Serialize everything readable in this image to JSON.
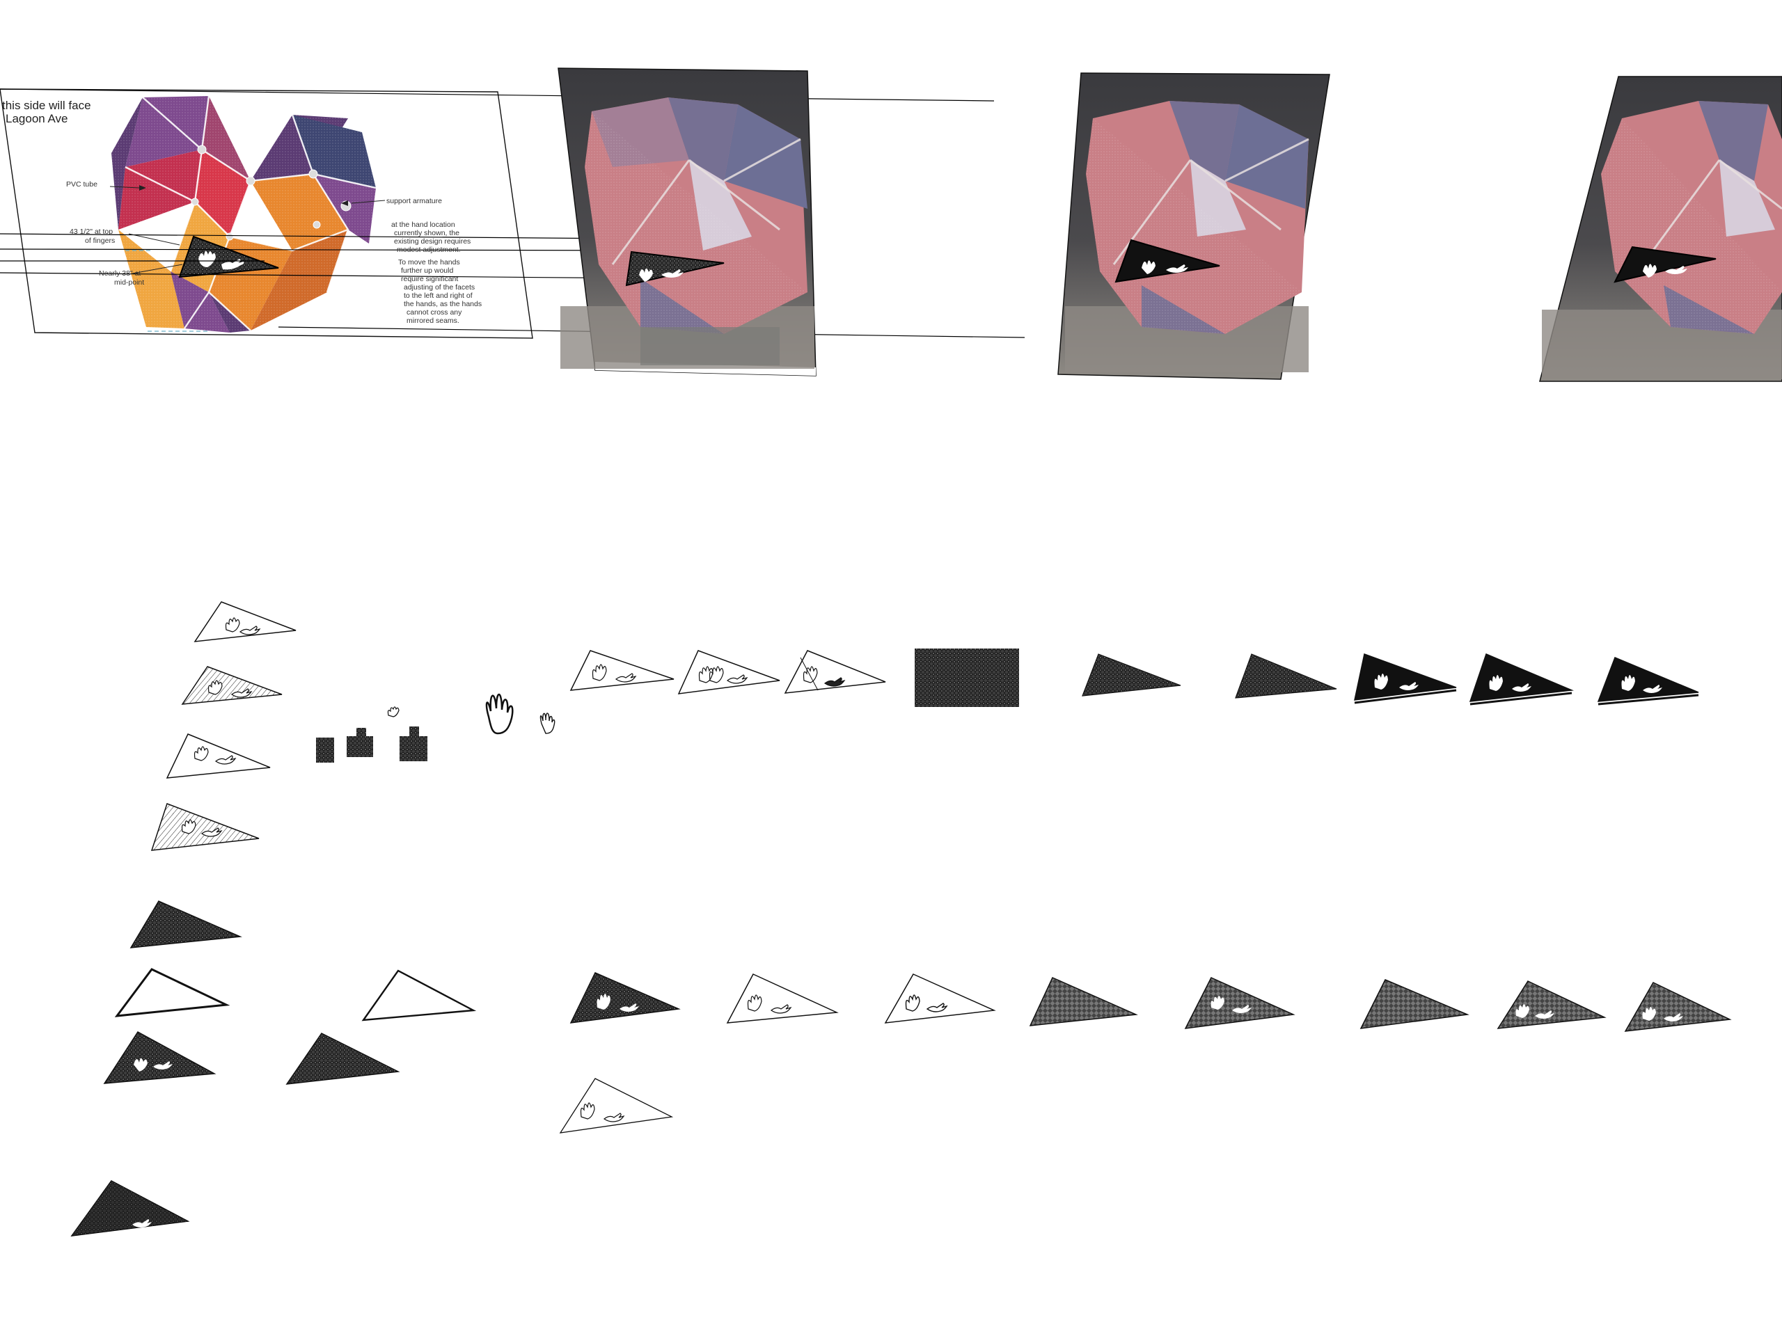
{
  "annotations": {
    "face_side_line1": "this side will face",
    "face_side_line2": "Lagoon Ave",
    "pvc_tube": "PVC tube",
    "support_armature": "support armature",
    "fingers_height_line1": "43 1/2\" at top",
    "fingers_height_line2": "of fingers",
    "midpoint_height_line1": "Nearly 38\" at",
    "midpoint_height_line2": "mid-point",
    "note_1": [
      "at the hand location",
      "currently shown, the",
      "existing design requires",
      "modest adjustment."
    ],
    "note_2": [
      "To move the hands",
      "further up would",
      "require significant",
      "adjusting of the facets",
      "to the left and right of",
      "the hands, as the hands",
      "cannot cross any",
      "mirrored seams."
    ]
  },
  "colors": {
    "heart_purple": "#5b3b73",
    "heart_violet": "#7e4a8e",
    "heart_crimson": "#c3304f",
    "heart_red": "#d8374a",
    "heart_orange": "#e8872e",
    "heart_amber": "#f0a640",
    "heart_navy": "#3e4672",
    "photo_heart_pink": "#c97f86",
    "photo_heart_blue": "#6d6f95",
    "photo_floor": "#8e8a84",
    "photo_wall": "#2f2f33",
    "facet_black": "#111111",
    "facet_pattern": "#3a3a3a"
  },
  "icons": [
    "heart-sculpture-diagram",
    "sculpture-photo",
    "hand-outline-icon",
    "triangle-hand-panel",
    "knit-pattern-swatch"
  ]
}
